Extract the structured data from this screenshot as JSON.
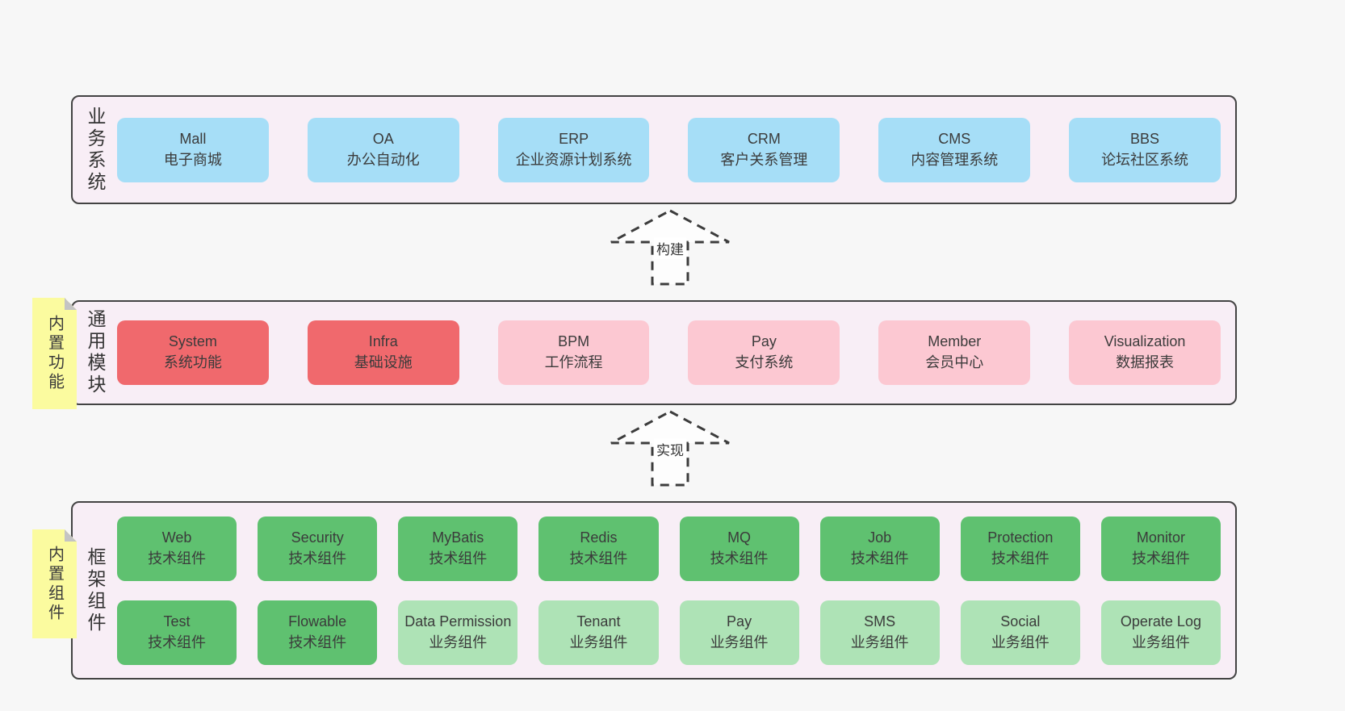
{
  "colors": {
    "page_bg": "#f7f7f7",
    "layer_bg": "#f8eef6",
    "layer_border": "#434343",
    "blue": "#a6def7",
    "red": "#f0696d",
    "pink": "#fcc8d2",
    "green": "#5fc170",
    "light_green": "#aee3b6",
    "sticky_yellow": "#fbfb9f"
  },
  "arrows": [
    {
      "label": "构建"
    },
    {
      "label": "实现"
    }
  ],
  "layers": [
    {
      "side_label": "业务系统",
      "boxes": [
        {
          "title": "Mall",
          "subtitle": "电子商城",
          "category": "blue"
        },
        {
          "title": "OA",
          "subtitle": "办公自动化",
          "category": "blue"
        },
        {
          "title": "ERP",
          "subtitle": "企业资源计划系统",
          "category": "blue"
        },
        {
          "title": "CRM",
          "subtitle": "客户关系管理",
          "category": "blue"
        },
        {
          "title": "CMS",
          "subtitle": "内容管理系统",
          "category": "blue"
        },
        {
          "title": "BBS",
          "subtitle": "论坛社区系统",
          "category": "blue"
        }
      ]
    },
    {
      "side_label": "通用模块",
      "sticky": "内置功能",
      "boxes": [
        {
          "title": "System",
          "subtitle": "系统功能",
          "category": "red"
        },
        {
          "title": "Infra",
          "subtitle": "基础设施",
          "category": "red"
        },
        {
          "title": "BPM",
          "subtitle": "工作流程",
          "category": "pink"
        },
        {
          "title": "Pay",
          "subtitle": "支付系统",
          "category": "pink"
        },
        {
          "title": "Member",
          "subtitle": "会员中心",
          "category": "pink"
        },
        {
          "title": "Visualization",
          "subtitle": "数据报表",
          "category": "pink"
        }
      ]
    },
    {
      "side_label": "框架组件",
      "sticky": "内置组件",
      "boxes": [
        {
          "title": "Web",
          "subtitle": "技术组件",
          "category": "green"
        },
        {
          "title": "Security",
          "subtitle": "技术组件",
          "category": "green"
        },
        {
          "title": "MyBatis",
          "subtitle": "技术组件",
          "category": "green"
        },
        {
          "title": "Redis",
          "subtitle": "技术组件",
          "category": "green"
        },
        {
          "title": "MQ",
          "subtitle": "技术组件",
          "category": "green"
        },
        {
          "title": "Job",
          "subtitle": "技术组件",
          "category": "green"
        },
        {
          "title": "Protection",
          "subtitle": "技术组件",
          "category": "green"
        },
        {
          "title": "Monitor",
          "subtitle": "技术组件",
          "category": "green"
        },
        {
          "title": "Test",
          "subtitle": "技术组件",
          "category": "green"
        },
        {
          "title": "Flowable",
          "subtitle": "技术组件",
          "category": "green"
        },
        {
          "title": "Data Permission",
          "subtitle": "业务组件",
          "category": "light_green"
        },
        {
          "title": "Tenant",
          "subtitle": "业务组件",
          "category": "light_green"
        },
        {
          "title": "Pay",
          "subtitle": "业务组件",
          "category": "light_green"
        },
        {
          "title": "SMS",
          "subtitle": "业务组件",
          "category": "light_green"
        },
        {
          "title": "Social",
          "subtitle": "业务组件",
          "category": "light_green"
        },
        {
          "title": "Operate Log",
          "subtitle": "业务组件",
          "category": "light_green"
        }
      ]
    }
  ]
}
